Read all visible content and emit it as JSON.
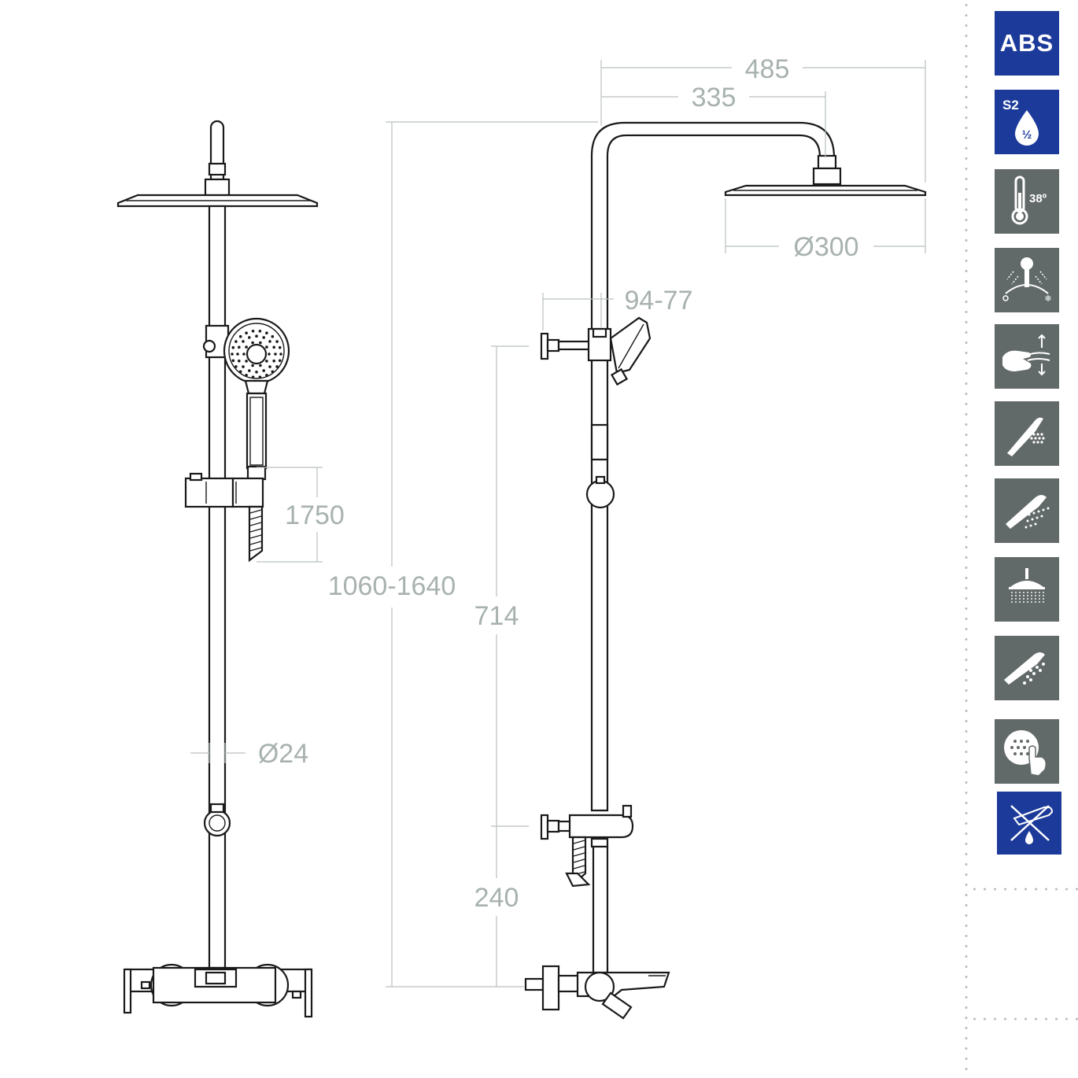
{
  "dimensions": {
    "width_total": "485",
    "arm_length": "335",
    "height_range": "1060-1640",
    "head_diameter": "Ø300",
    "wall_offset": "94-77",
    "hose_length": "1750",
    "bar_to_mixer": "714",
    "mixer_height": "240",
    "bar_diameter": "Ø24"
  },
  "features": [
    {
      "name": "abs-material",
      "icon": "abs-badge-icon",
      "text": "ABS",
      "color": "#1c3a99"
    },
    {
      "name": "s2-half-inch",
      "icon": "s2-water-drop-icon",
      "text": "S2",
      "sub": "½",
      "color": "#1c3a99"
    },
    {
      "name": "thermostatic-38",
      "icon": "thermometer-icon",
      "text": "38º",
      "color": "#626a69"
    },
    {
      "name": "hot-cold-selector",
      "icon": "hot-cold-dial-icon",
      "color": "#626a69"
    },
    {
      "name": "flow-control",
      "icon": "hand-flow-icon",
      "color": "#626a69"
    },
    {
      "name": "hand-shower-spray",
      "icon": "hand-shower-spray-icon",
      "color": "#626a69"
    },
    {
      "name": "hand-shower-rain",
      "icon": "hand-shower-rain-icon",
      "color": "#626a69"
    },
    {
      "name": "rain-head",
      "icon": "rain-head-icon",
      "color": "#626a69"
    },
    {
      "name": "hand-shower-massage",
      "icon": "hand-shower-massage-icon",
      "color": "#626a69"
    },
    {
      "name": "easy-clean-nozzles",
      "icon": "easy-clean-icon",
      "color": "#626a69"
    },
    {
      "name": "no-limescale",
      "icon": "no-limescale-icon",
      "color": "#1c3a99"
    }
  ]
}
